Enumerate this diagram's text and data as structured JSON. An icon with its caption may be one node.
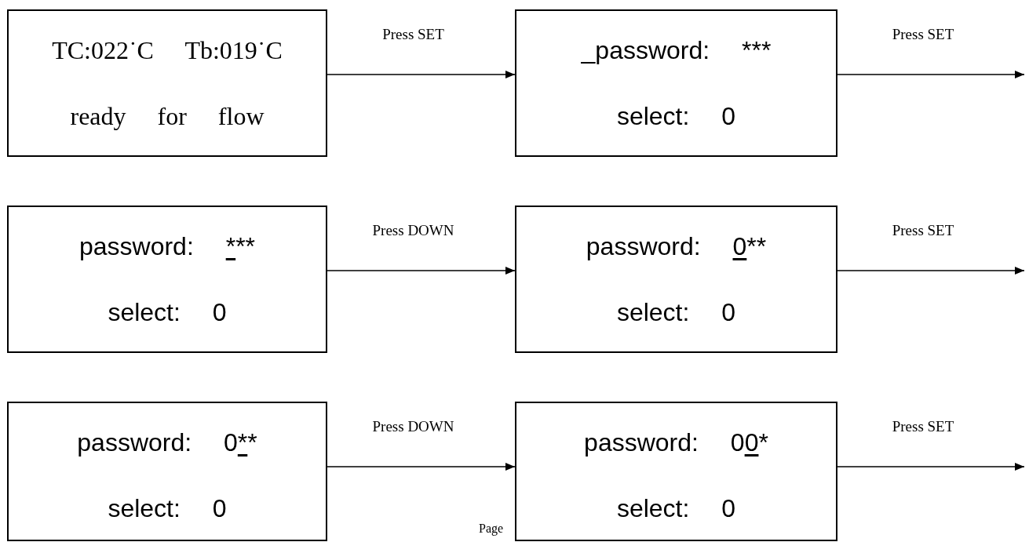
{
  "diagram": {
    "nodes": [
      {
        "text": [
          "TC:022˙C Tb:019˙C",
          "ready for flow"
        ]
      },
      {
        "text": [
          "_password: ***",
          "select: 0"
        ]
      },
      {
        "text": [
          "password: ***",
          "select: 0"
        ]
      },
      {
        "text": [
          "password: 0**",
          "select: 0"
        ]
      },
      {
        "text": [
          "password: 0**",
          "select: 0"
        ]
      },
      {
        "text": [
          "password: 00*",
          "select: 0"
        ]
      }
    ],
    "edges": [
      {
        "from": 0,
        "to": 1,
        "arrow": "to",
        "label": "Press SET"
      },
      {
        "from": 1,
        "to": null,
        "arrow": "to",
        "label": "Press SET"
      },
      {
        "from": 2,
        "to": 3,
        "arrow": "to",
        "label": "Press DOWN"
      },
      {
        "from": 3,
        "to": null,
        "arrow": "to",
        "label": "Press SET"
      },
      {
        "from": 4,
        "to": 5,
        "arrow": "to",
        "label": "Press DOWN"
      },
      {
        "from": 5,
        "to": null,
        "arrow": "to",
        "label": "Press SET"
      }
    ],
    "labels": [
      "Page"
    ]
  }
}
